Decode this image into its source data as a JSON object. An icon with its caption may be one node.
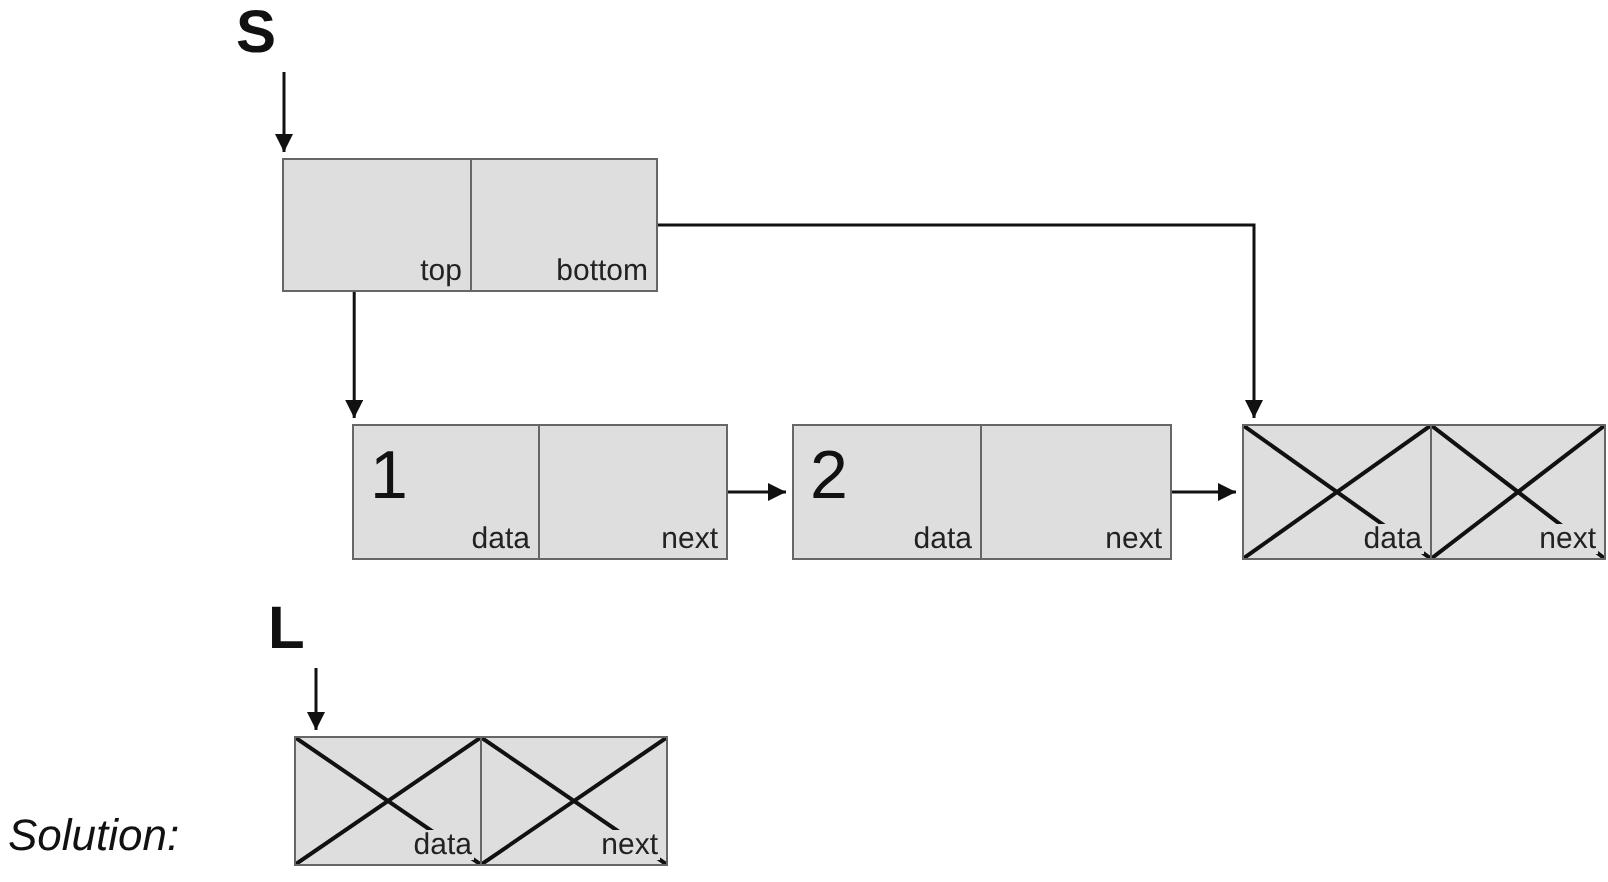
{
  "diagram": {
    "nodes": [
      {
        "text": [
          "S"
        ]
      },
      {
        "text": [
          "top"
        ]
      },
      {
        "text": [
          "bottom"
        ]
      },
      {
        "text": [
          "1",
          "data"
        ]
      },
      {
        "text": [
          "next"
        ]
      },
      {
        "text": [
          "2",
          "data"
        ]
      },
      {
        "text": [
          "next"
        ]
      },
      {
        "text": [
          "data"
        ]
      },
      {
        "text": [
          "next"
        ]
      },
      {
        "text": [
          "L"
        ]
      },
      {
        "text": [
          "data"
        ]
      },
      {
        "text": [
          "next"
        ]
      }
    ],
    "edges": [
      {
        "from": 0,
        "to": 1,
        "arrow": "to"
      },
      {
        "from": 1,
        "to": 3,
        "arrow": "to"
      },
      {
        "from": 2,
        "to": 7,
        "arrow": "to"
      },
      {
        "from": 4,
        "to": 5,
        "arrow": "to"
      },
      {
        "from": 6,
        "to": 7,
        "arrow": "to"
      },
      {
        "from": 9,
        "to": 10,
        "arrow": "to"
      }
    ],
    "labels": [
      "Solution:"
    ]
  }
}
